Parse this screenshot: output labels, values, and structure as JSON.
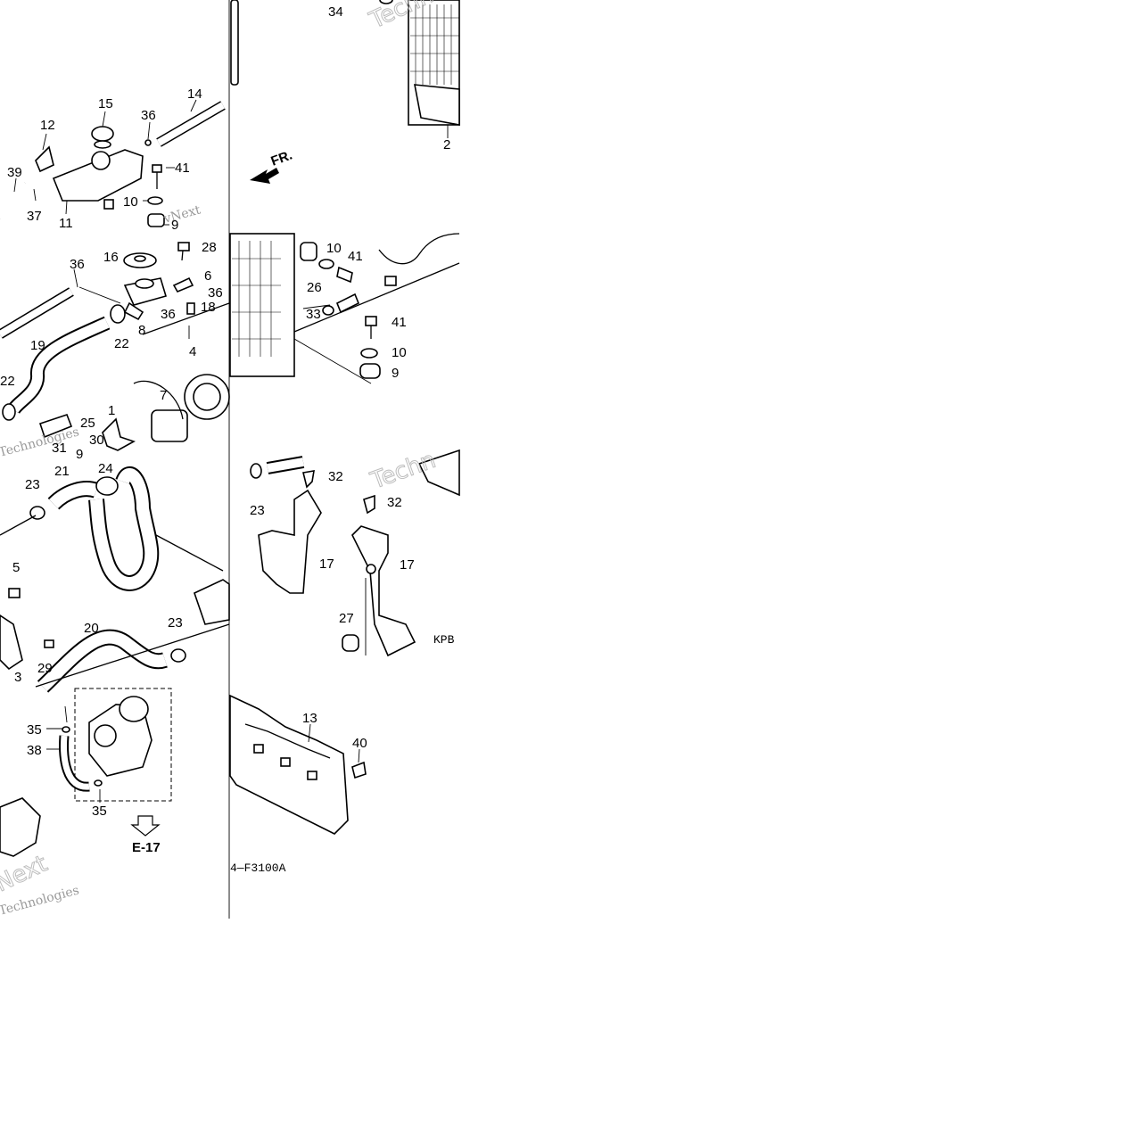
{
  "diagram": {
    "code": "4—F3100A",
    "ref_code_partial": "KPB",
    "section_ref": "E-17",
    "direction_label": "FR.",
    "watermarks": [
      "Techno",
      "vNext",
      "Technologies",
      "Techn",
      "Next",
      "Technologies"
    ],
    "part_numbers": [
      "1",
      "2",
      "3",
      "4",
      "5",
      "6",
      "7",
      "8",
      "9",
      "10",
      "11",
      "12",
      "13",
      "14",
      "15",
      "16",
      "17",
      "18",
      "19",
      "20",
      "21",
      "22",
      "23",
      "24",
      "25",
      "26",
      "27",
      "28",
      "29",
      "30",
      "31",
      "32",
      "33",
      "34",
      "35",
      "36",
      "37",
      "38",
      "39",
      "40",
      "41"
    ]
  }
}
